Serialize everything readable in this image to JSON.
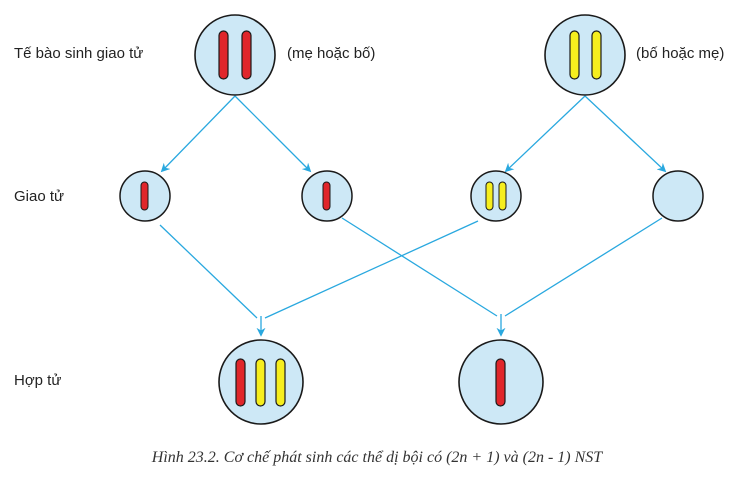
{
  "labels": {
    "parent_cells": "Tế bào sinh giao tử",
    "gametes": "Giao tử",
    "zygotes": "Hợp tử"
  },
  "parents": {
    "left_note": "(mẹ hoặc bố)",
    "right_note": "(bố hoặc mẹ)"
  },
  "caption": "Hình 23.2. Cơ chế phát sinh các thể dị bội có (2n + 1) và (2n - 1) NST",
  "colors": {
    "cell_fill": "#cde8f6",
    "cell_stroke": "#1a1a1a",
    "chromosome_red": "#e0262b",
    "chromosome_yellow": "#f6ee1e",
    "arrow": "#29a8df"
  }
}
